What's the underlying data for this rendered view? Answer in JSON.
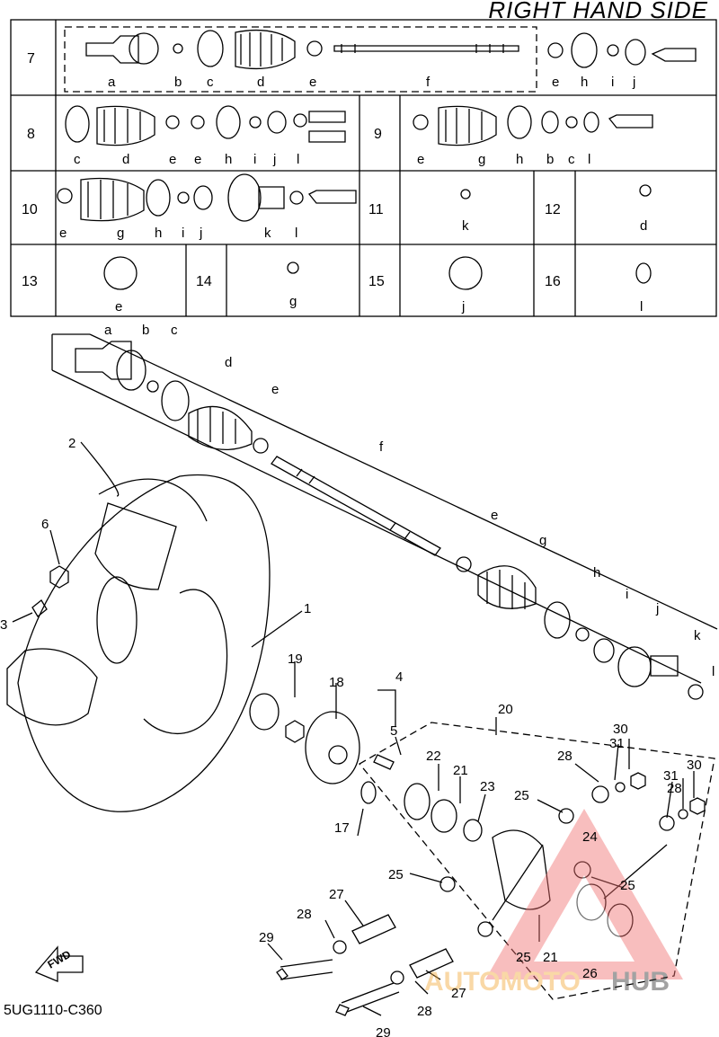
{
  "header": {
    "title": "RIGHT HAND SIDE"
  },
  "footer": {
    "drawing_code": "5UG1110-C360"
  },
  "fwd_label": "FWD",
  "watermark": {
    "brand_part1": "AUTOMOTO",
    "brand_part2": "HUB"
  },
  "table": {
    "row_numbers": [
      "7",
      "8",
      "9",
      "10",
      "11",
      "12",
      "13",
      "14",
      "15",
      "16"
    ],
    "row7_letters": [
      "a",
      "b",
      "c",
      "d",
      "e",
      "f",
      "e",
      "h",
      "i",
      "j"
    ],
    "row8_letters": [
      "c",
      "d",
      "e",
      "e",
      "h",
      "i",
      "j",
      "l"
    ],
    "row9_letters": [
      "e",
      "g",
      "h",
      "b",
      "c",
      "l"
    ],
    "row10_letters": [
      "e",
      "g",
      "h",
      "i",
      "j",
      "k",
      "l"
    ],
    "row11_letters": [
      "k"
    ],
    "row12_letters": [
      "d"
    ],
    "row13_letters": [
      "e"
    ],
    "row14_letters": [
      "g"
    ],
    "row15_letters": [
      "j"
    ],
    "row16_letters": [
      "l"
    ]
  },
  "exploded_letters": [
    "a",
    "b",
    "c",
    "d",
    "e",
    "f",
    "e",
    "g",
    "h",
    "i",
    "j",
    "k",
    "l"
  ],
  "part_numbers": [
    "1",
    "2",
    "3",
    "4",
    "5",
    "6",
    "17",
    "18",
    "19",
    "20",
    "21",
    "22",
    "23",
    "24",
    "25",
    "25",
    "25",
    "25",
    "26",
    "27",
    "27",
    "28",
    "28",
    "28",
    "28",
    "29",
    "29",
    "30",
    "30",
    "31",
    "31",
    "21"
  ]
}
